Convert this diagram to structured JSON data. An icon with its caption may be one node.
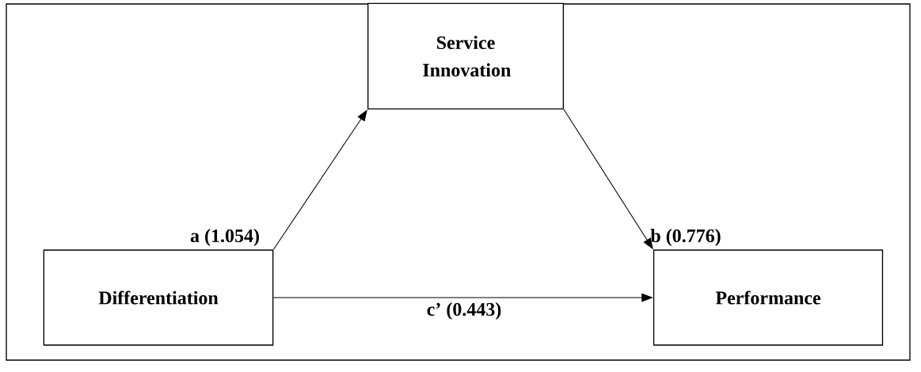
{
  "diagram": {
    "nodes": [
      {
        "text": [
          "Service Innovation"
        ]
      },
      {
        "text": [
          "Differentiation"
        ]
      },
      {
        "text": [
          "Performance"
        ]
      }
    ],
    "edges": [
      {
        "from": 1,
        "to": 0,
        "arrow": "to",
        "label": "a (1.054)"
      },
      {
        "from": 0,
        "to": 2,
        "arrow": "to",
        "label": "b (0.776)"
      },
      {
        "from": 1,
        "to": 2,
        "arrow": "to",
        "label": "c’ (0.443)"
      }
    ]
  }
}
